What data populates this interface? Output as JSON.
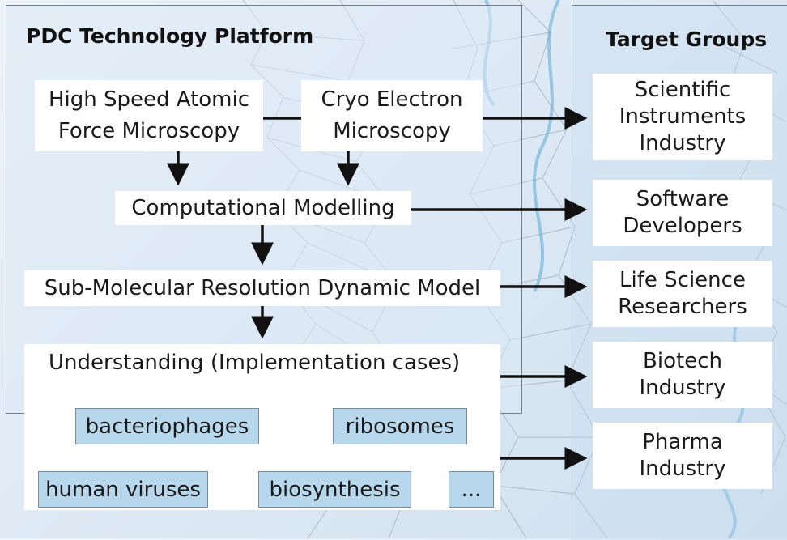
{
  "headings": {
    "platform": "PDC Technology Platform",
    "targets": "Target Groups"
  },
  "platform": {
    "hsafm": [
      "High Speed Atomic",
      "Force Microscopy"
    ],
    "cryo": [
      "Cryo Electron",
      "Microscopy"
    ],
    "computational": "Computational Modelling",
    "submolecular": "Sub-Molecular Resolution Dynamic Model",
    "understanding": "Understanding (Implementation cases)",
    "cases": [
      "bacteriophages",
      "ribosomes",
      "human viruses",
      "biosynthesis",
      "..."
    ]
  },
  "targets": [
    [
      "Scientific",
      "Instruments",
      "Industry"
    ],
    [
      "Software",
      "Developers"
    ],
    [
      "Life Science",
      "Researchers"
    ],
    [
      "Biotech",
      "Industry"
    ],
    [
      "Pharma",
      "Industry"
    ]
  ],
  "colors": {
    "case_fill": "#b7d7ec",
    "arrow": "#111111",
    "panel_border": "#6f7f8c"
  }
}
